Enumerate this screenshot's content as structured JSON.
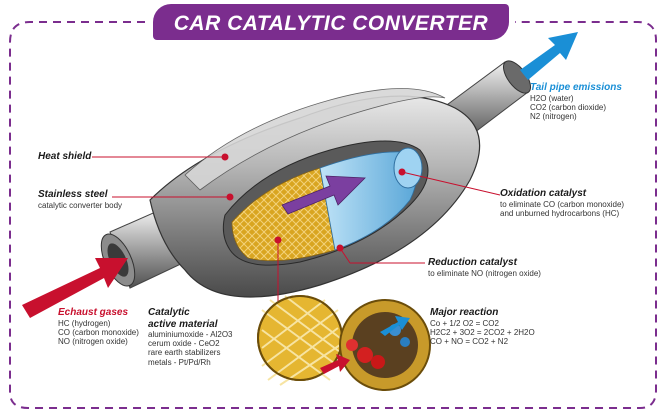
{
  "title": "CAR CATALYTIC CONVERTER",
  "colors": {
    "title_bg": "#7b2d8e",
    "exhaust_red": "#c8102e",
    "tailpipe_blue": "#1a8fd6",
    "catalyst_gold": "#d9a520",
    "flow_purple": "#7b3fa0",
    "leader_line": "#c8102e",
    "steel": "#9a9a9a",
    "border_dash": "#7b2d8e"
  },
  "labels": {
    "heat_shield": {
      "title": "Heat shield"
    },
    "stainless_steel": {
      "title": "Stainless steel",
      "desc": "catalytic converter body"
    },
    "exhaust_gases": {
      "title": "Echaust gases",
      "lines": [
        "HC (hydrogen)",
        "CO (carbon monoxide)",
        "NO (nitrogen oxide)"
      ]
    },
    "catalytic_material": {
      "title": "Catalytic",
      "title2": "active material",
      "lines": [
        "aluminiumoxide - Al2O3",
        "cerum oxide - CeO2",
        "rare earth stabilizers",
        "metals - Pt/Pd/Rh"
      ]
    },
    "major_reaction": {
      "title": "Major reaction",
      "lines": [
        "Co + 1/2 O2 = CO2",
        "H2C2 + 3O2 = 2CO2 + 2H2O",
        "CO + NO = CO2 + N2"
      ]
    },
    "reduction_catalyst": {
      "title": "Reduction catalyst",
      "desc": "to eliminate NO (nitrogen oxide)"
    },
    "oxidation_catalyst": {
      "title": "Oxidation catalyst",
      "lines": [
        "to eliminate CO (carbon monoxide)",
        "and unburned hydrocarbons (HC)"
      ]
    },
    "tail_pipe": {
      "title": "Tail pipe emissions",
      "lines": [
        "H2O (water)",
        "CO2 (carbon dioxide)",
        "N2 (nitrogen)"
      ]
    }
  }
}
